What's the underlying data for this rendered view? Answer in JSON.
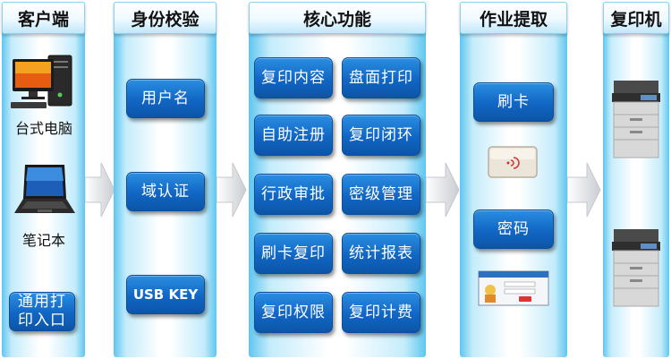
{
  "columns": [
    {
      "title": "客户端"
    },
    {
      "title": "身份校验"
    },
    {
      "title": "核心功能"
    },
    {
      "title": "作业提取"
    },
    {
      "title": "复印机"
    }
  ],
  "client": {
    "desktop_label": "台式电脑",
    "laptop_label": "笔记本",
    "print_entry_label": "通用打印入口"
  },
  "auth": {
    "username": "用户名",
    "domain": "域认证",
    "usbkey": "USB KEY"
  },
  "core": [
    {
      "label": "复印内容"
    },
    {
      "label": "盘面打印"
    },
    {
      "label": "自助注册"
    },
    {
      "label": "复印闭环"
    },
    {
      "label": "行政审批"
    },
    {
      "label": "密级管理"
    },
    {
      "label": "刷卡复印"
    },
    {
      "label": "统计报表"
    },
    {
      "label": "复印权限"
    },
    {
      "label": "复印计费"
    }
  ],
  "job": {
    "card": "刷卡",
    "password": "密码"
  },
  "colors": {
    "column_edge": "#5fc6f0",
    "button_blue": "#1166c4",
    "arrow_gray": "#e3e6ea"
  }
}
